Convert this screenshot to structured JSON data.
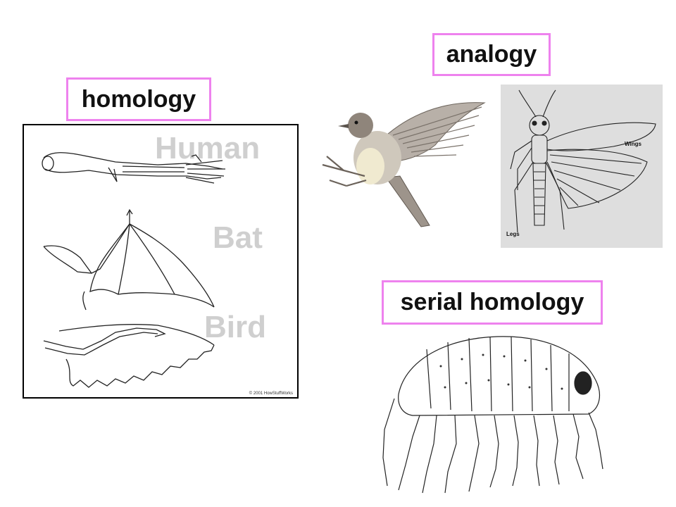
{
  "labels": {
    "homology": "homology",
    "analogy": "analogy",
    "serial_homology": "serial homology"
  },
  "homology_panel": {
    "human": "Human",
    "bat": "Bat",
    "bird": "Bird",
    "copyright": "© 2001 HowStuffWorks"
  },
  "grasshopper": {
    "wings": "Wings",
    "legs": "Legs"
  },
  "colors": {
    "label_border": "#ee82ee",
    "ghost_text": "#cfcfcf",
    "grasshopper_bg": "#dedede"
  }
}
